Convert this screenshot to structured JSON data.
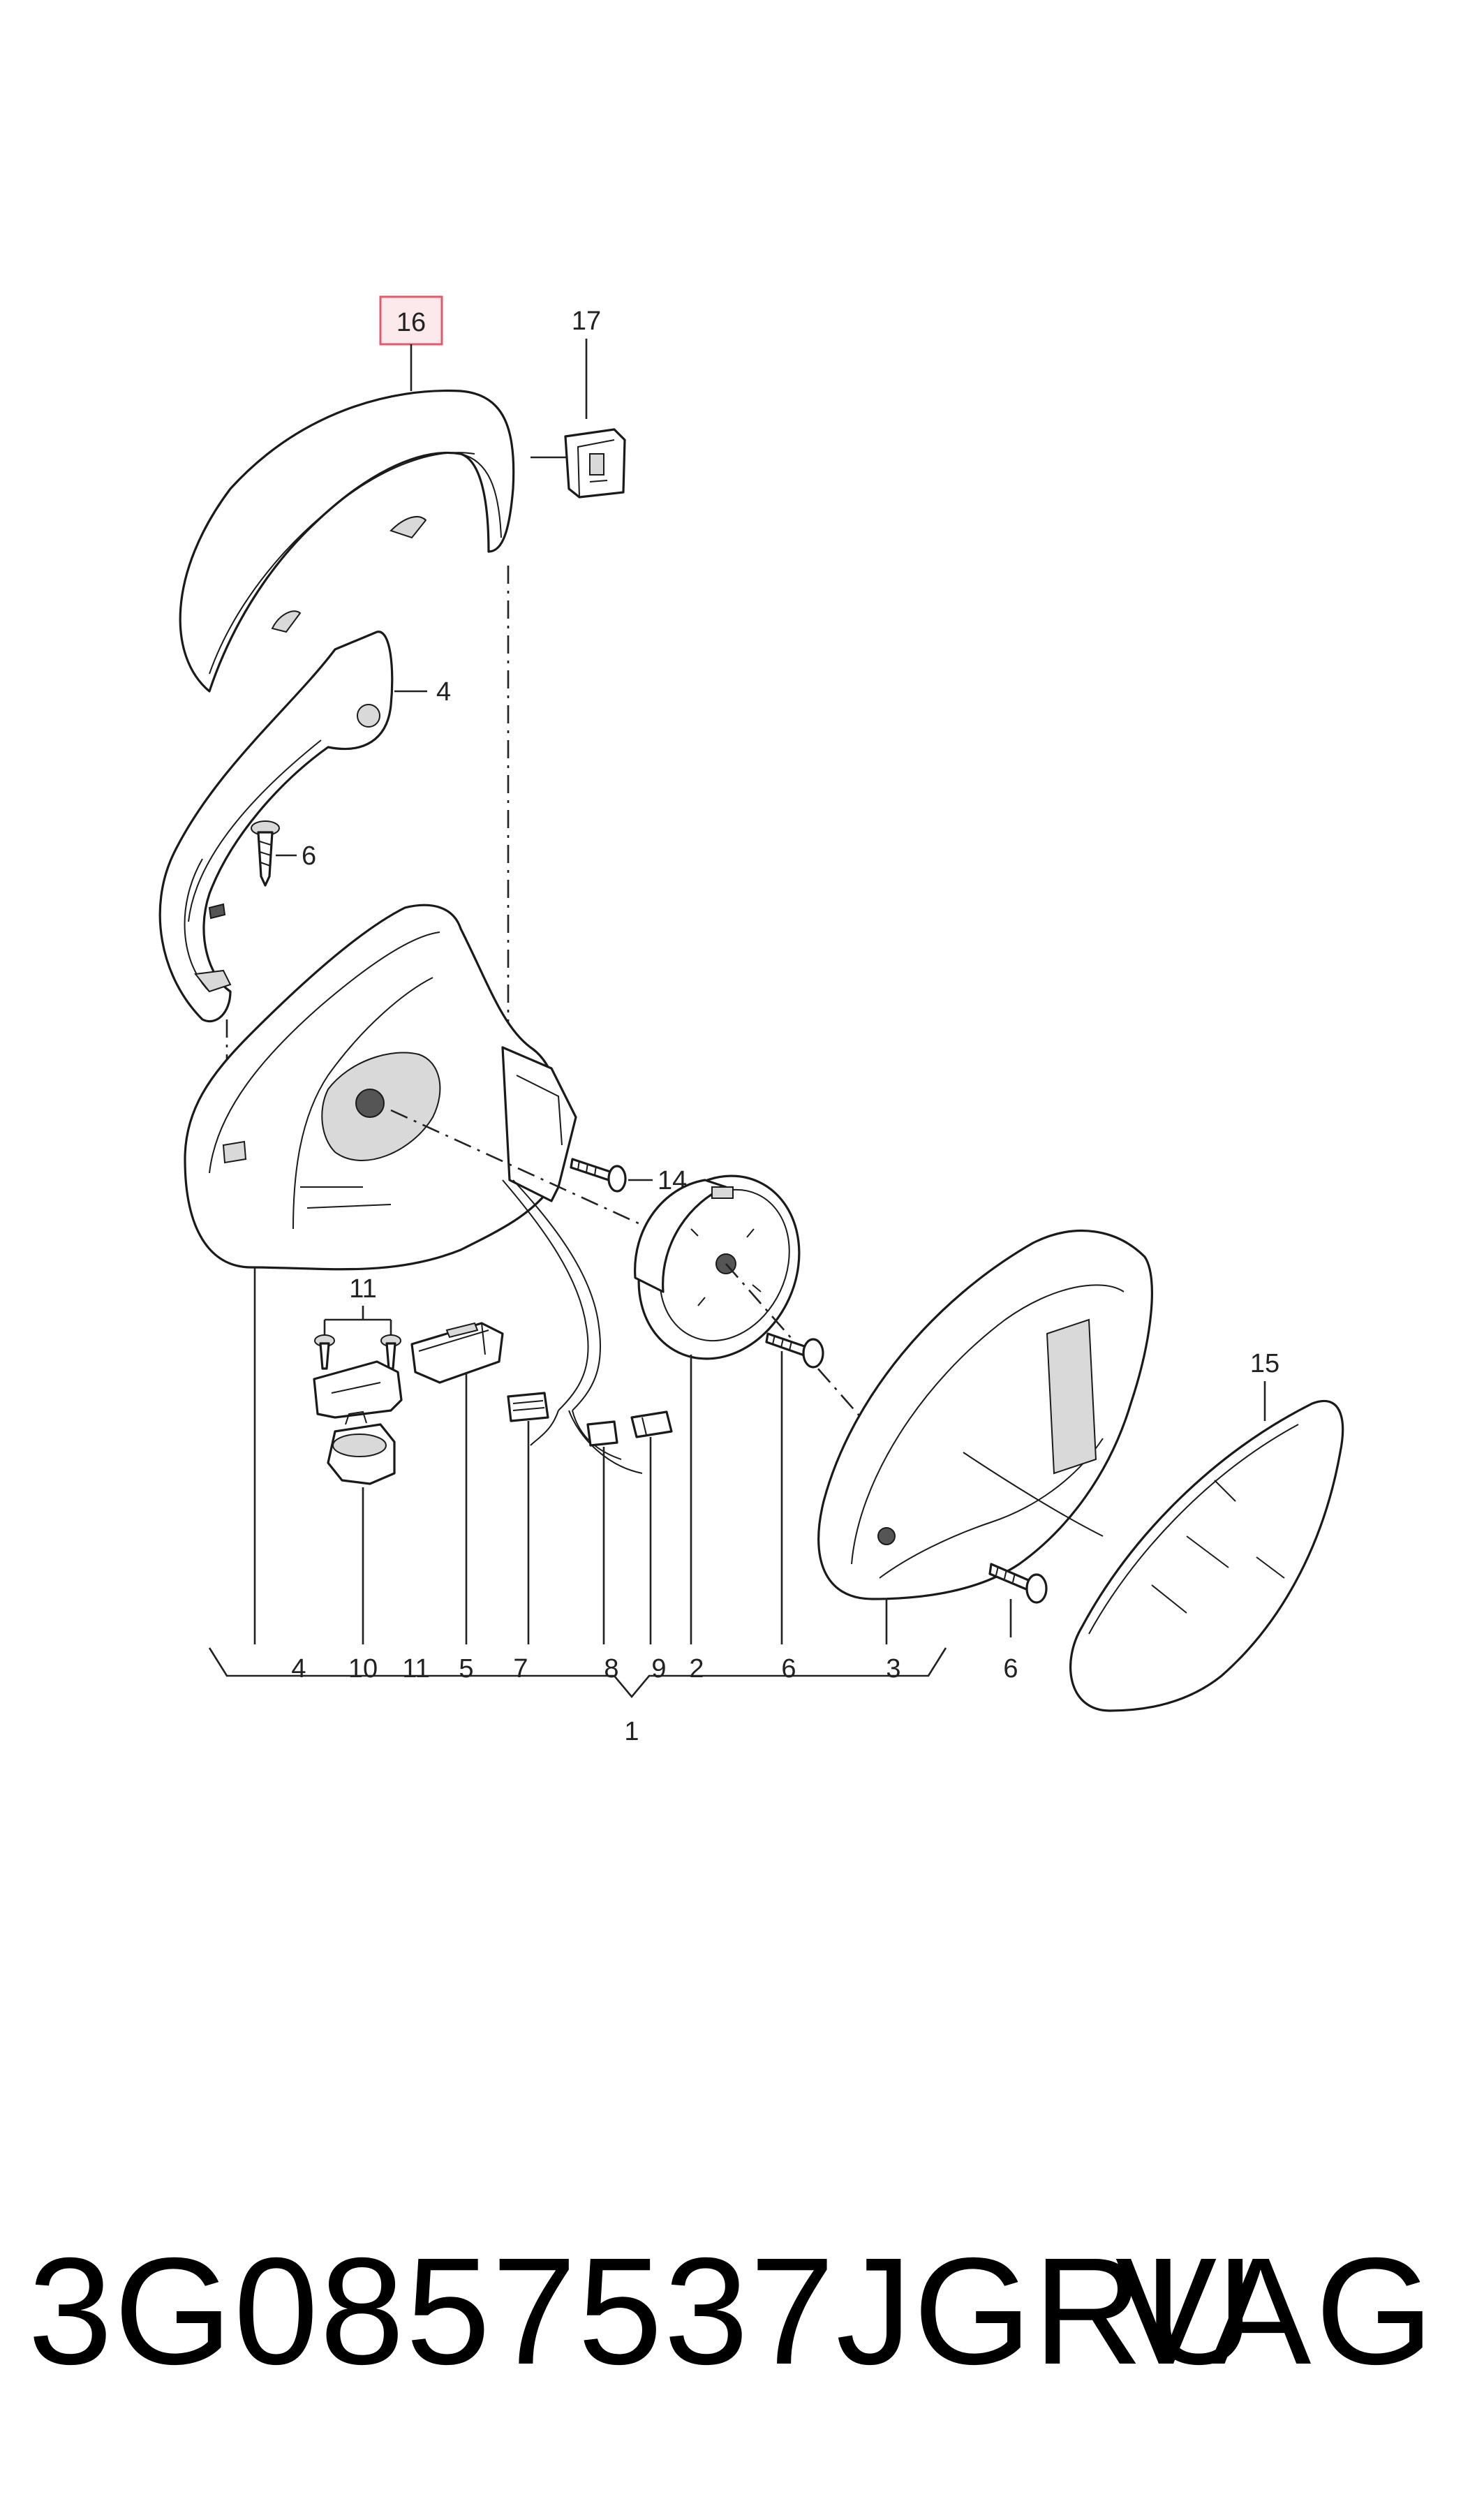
{
  "diagram": {
    "highlighted_callout": "16",
    "callouts": {
      "c16": "16",
      "c17": "17",
      "c4a": "4",
      "c6a": "6",
      "c14": "14",
      "c11": "11",
      "c15": "15",
      "c6b": "6"
    },
    "assembly_row": [
      "4",
      "10",
      "11",
      "5",
      "7",
      "8",
      "9",
      "2",
      "6",
      "3"
    ],
    "assembly_label": "1",
    "highlight_color": "#e05a6a"
  },
  "footer": {
    "part_number": "3G0857537JGRU",
    "brand": "VAG"
  }
}
